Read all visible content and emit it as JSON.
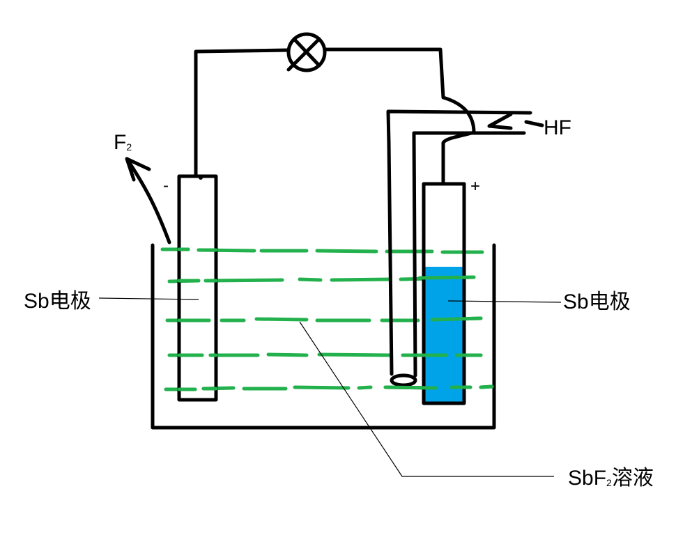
{
  "title": "Electrolytic cell with Sb electrodes in SbF solution",
  "labels": {
    "gas_out": "F",
    "gas_out_subscript": "2",
    "hf_inlet": "HF",
    "left_electrode": "Sb电极",
    "right_electrode": "Sb电极",
    "solution_prefix": "SbF",
    "solution_subscript": "2",
    "solution_suffix": "溶液",
    "negative_sign": "-",
    "positive_sign": "+"
  },
  "components": {
    "lamp": "lamp-symbol",
    "left_electrode_polarity": "negative",
    "right_electrode_polarity": "positive",
    "gas_evolved_at": "left-electrode"
  },
  "colors": {
    "solution_line": "#22b14c",
    "electrode_fill": "#00a2e8",
    "stroke": "#000000"
  }
}
